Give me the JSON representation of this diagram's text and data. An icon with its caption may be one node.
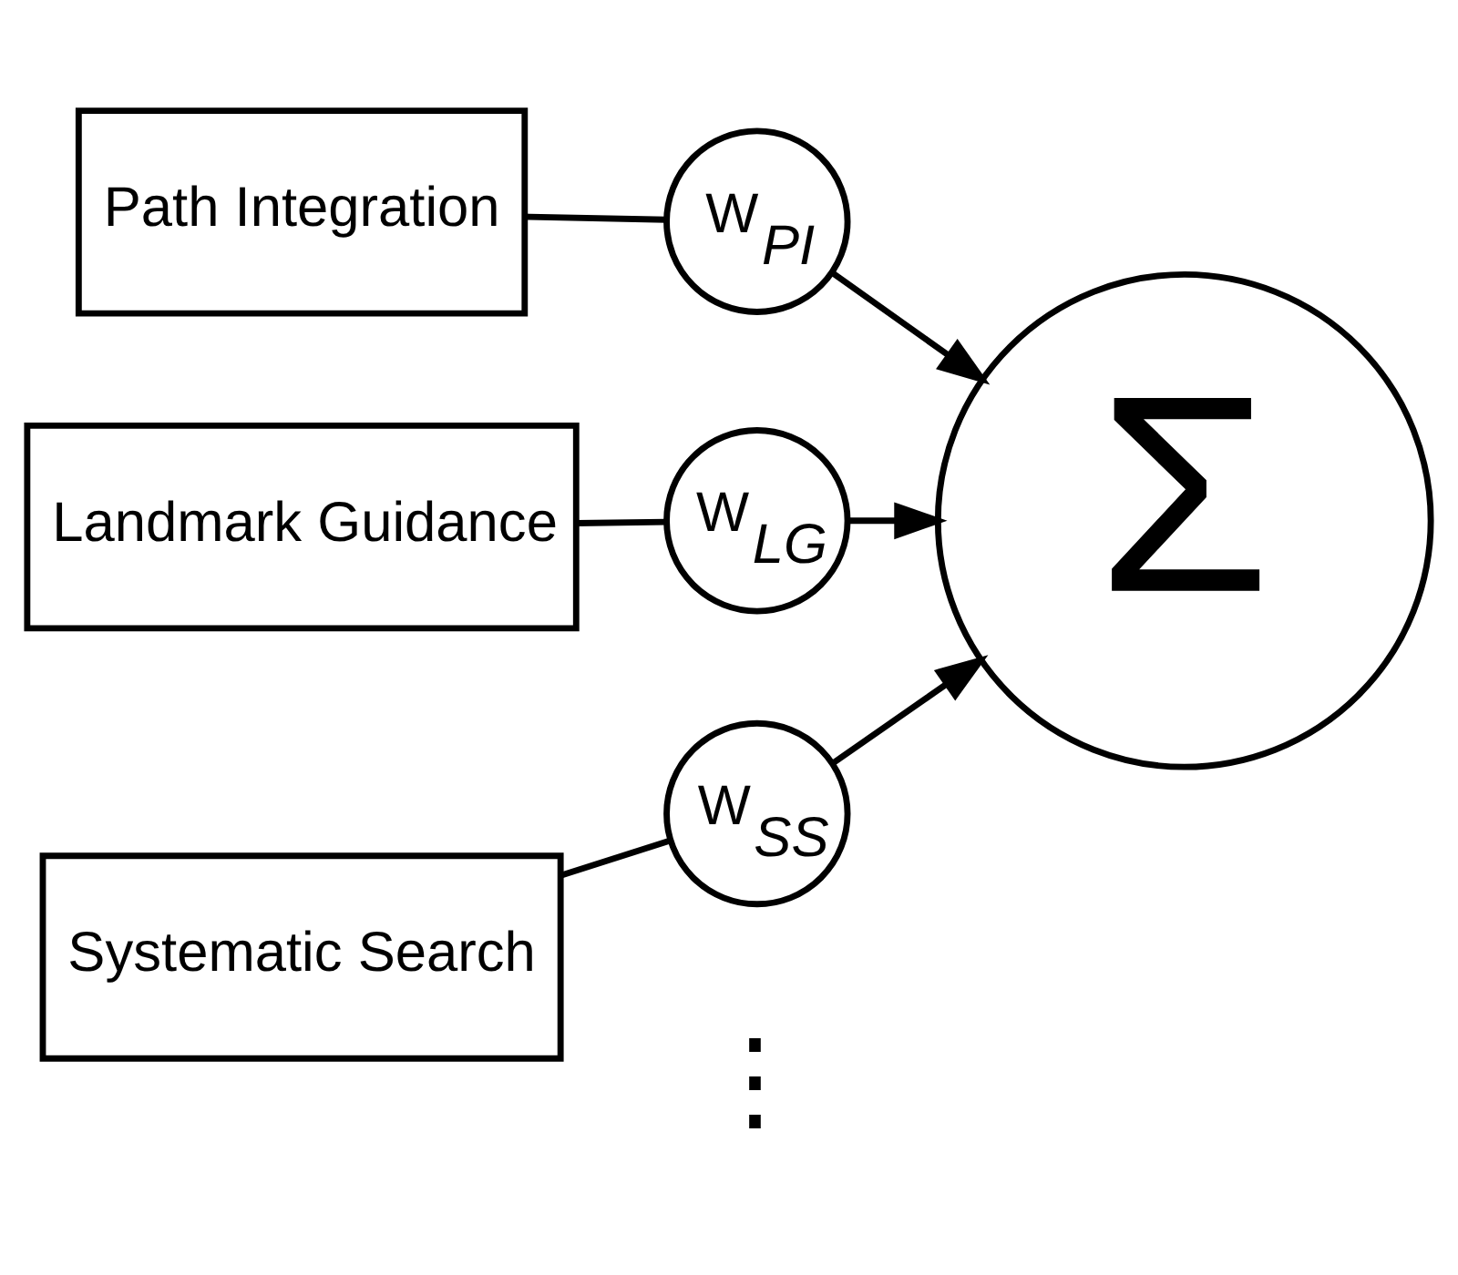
{
  "diagram": {
    "nodes": [
      {
        "text": [
          "Path Integration"
        ]
      },
      {
        "text": [
          "W$_{PI}$"
        ]
      },
      {
        "text": [
          "Landmark Guidance"
        ]
      },
      {
        "text": [
          "W$_{LG}$"
        ]
      },
      {
        "text": [
          "Systematic Search"
        ]
      },
      {
        "text": [
          "W$_{SS}$"
        ]
      },
      {
        "text": [
          "Σ"
        ]
      }
    ],
    "edges": [
      {
        "from": 0,
        "to": 1,
        "arrow": "none"
      },
      {
        "from": 1,
        "to": 6,
        "arrow": "to"
      },
      {
        "from": 2,
        "to": 3,
        "arrow": "none"
      },
      {
        "from": 3,
        "to": 6,
        "arrow": "to"
      },
      {
        "from": 4,
        "to": 5,
        "arrow": "none"
      },
      {
        "from": 5,
        "to": 6,
        "arrow": "to"
      }
    ],
    "labels": [
      "⋮"
    ]
  }
}
